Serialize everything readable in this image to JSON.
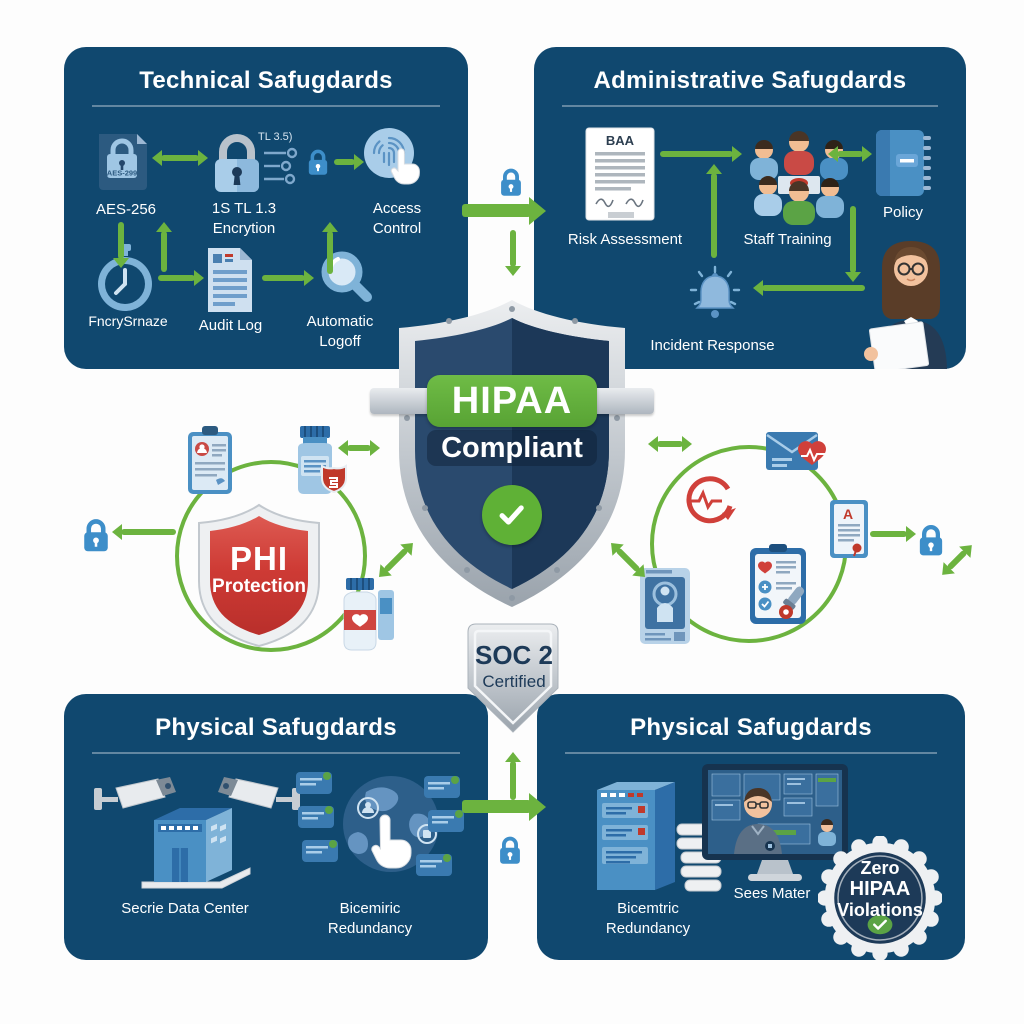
{
  "colors": {
    "panel_navy": "#10486F",
    "arrow_green": "#6CB33F",
    "hipaa_green": "#64B43F",
    "lock_blue": "#3D8EC9",
    "shield_navy": "#203C5C",
    "phi_red": "#CE3B35",
    "silver": "#C9CED4",
    "badge_navy": "#1D3A58"
  },
  "panel_technical": {
    "title": "Technical Safugdards",
    "aes_icon_text": "AES-299",
    "aes_label": "AES-256",
    "tls_note": "TL 3.5)",
    "encryption_label_1": "1S TL 1.3",
    "encryption_label_2": "Encrytion",
    "access_label_1": "Access",
    "access_label_2": "Control",
    "timer_label": "FncrySrnaze",
    "audit_label": "Audit Log",
    "logoff_label_1": "Automatic",
    "logoff_label_2": "Logoff"
  },
  "panel_admin": {
    "title": "Administrative Safugdards",
    "baa_doc_text": "BAA",
    "risk_label": "Risk Assessment",
    "staff_label": "Staff Training",
    "policy_label": "Policy",
    "incident_label": "Incident Response"
  },
  "center": {
    "hipaa_line": "HIPAA",
    "compliant_line": "Compliant",
    "soc_line_1": "SOC 2",
    "soc_line_2": "Certified"
  },
  "phi_shield": {
    "line_1": "PHI",
    "line_2": "Protection"
  },
  "cert_doc_letter": "A",
  "panel_physical_left": {
    "title": "Physical Safugdards",
    "datacenter_label": "Secrie Data Center",
    "biometric_label_1": "Bicemiric",
    "biometric_label_2": "Redundancy"
  },
  "panel_physical_right": {
    "title": "Physical Safugdards",
    "biometric_label_1": "Bicemtric",
    "biometric_label_2": "Redundancy",
    "monitor_label": "Sees Mater",
    "badge_line_1": "Zero",
    "badge_line_2": "HIPAA",
    "badge_line_3": "Violations"
  }
}
